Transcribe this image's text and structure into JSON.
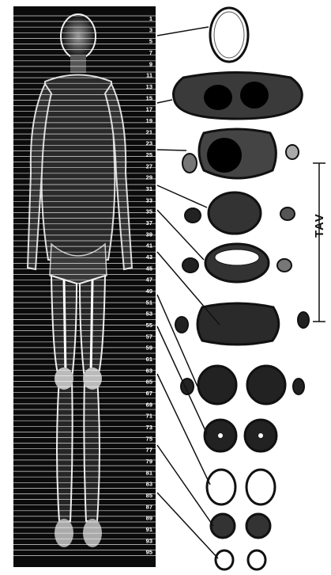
{
  "slice_numbers": [
    "1",
    "3",
    "5",
    "7",
    "9",
    "11",
    "13",
    "15",
    "17",
    "19",
    "21",
    "23",
    "25",
    "27",
    "29",
    "31",
    "33",
    "35",
    "37",
    "39",
    "41",
    "43",
    "45",
    "47",
    "49",
    "51",
    "53",
    "55",
    "57",
    "59",
    "61",
    "63",
    "65",
    "67",
    "69",
    "71",
    "73",
    "75",
    "77",
    "79",
    "81",
    "83",
    "85",
    "87",
    "89",
    "91",
    "93",
    "95"
  ],
  "tav_label": "TAV",
  "colors": {
    "scan_bg": "#0b0b0b",
    "scan_lines": "#ffffff",
    "bone": "#e8e8e8",
    "tissue_dark": "#0f0f0f"
  }
}
